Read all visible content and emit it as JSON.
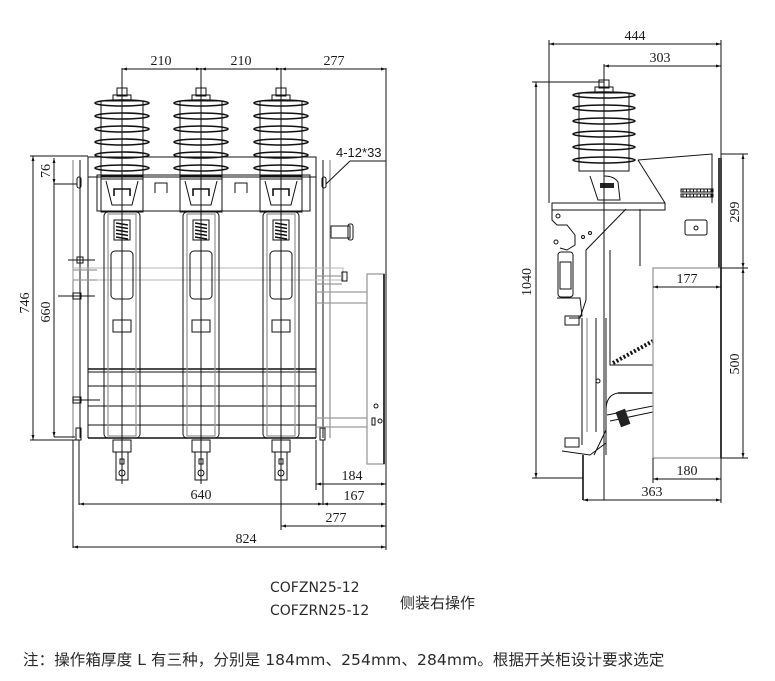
{
  "front_view": {
    "dimensions": {
      "top_pitch_1": "210",
      "top_pitch_2": "210",
      "top_right": "277",
      "mount_slot": "4-12*33",
      "upper_offset": "76",
      "height_outer": "746",
      "height_inner": "660",
      "box_thickness": "184",
      "right_offset_1": "167",
      "base_width": "640",
      "right_offset_2": "277",
      "overall_width": "824"
    }
  },
  "side_view": {
    "dimensions": {
      "overall_depth": "444",
      "terminal_offset": "303",
      "total_height": "1040",
      "upper_height": "299",
      "box_depth_top": "177",
      "box_height": "500",
      "box_depth_bottom": "180",
      "lower_depth": "363"
    }
  },
  "caption": {
    "models": [
      "COFZN25-12",
      "COFZRN25-12"
    ],
    "operation": "侧装右操作"
  },
  "note": "注：操作箱厚度 L 有三种，分别是 184mm、254mm、284mm。根据开关柜设计要求选定"
}
